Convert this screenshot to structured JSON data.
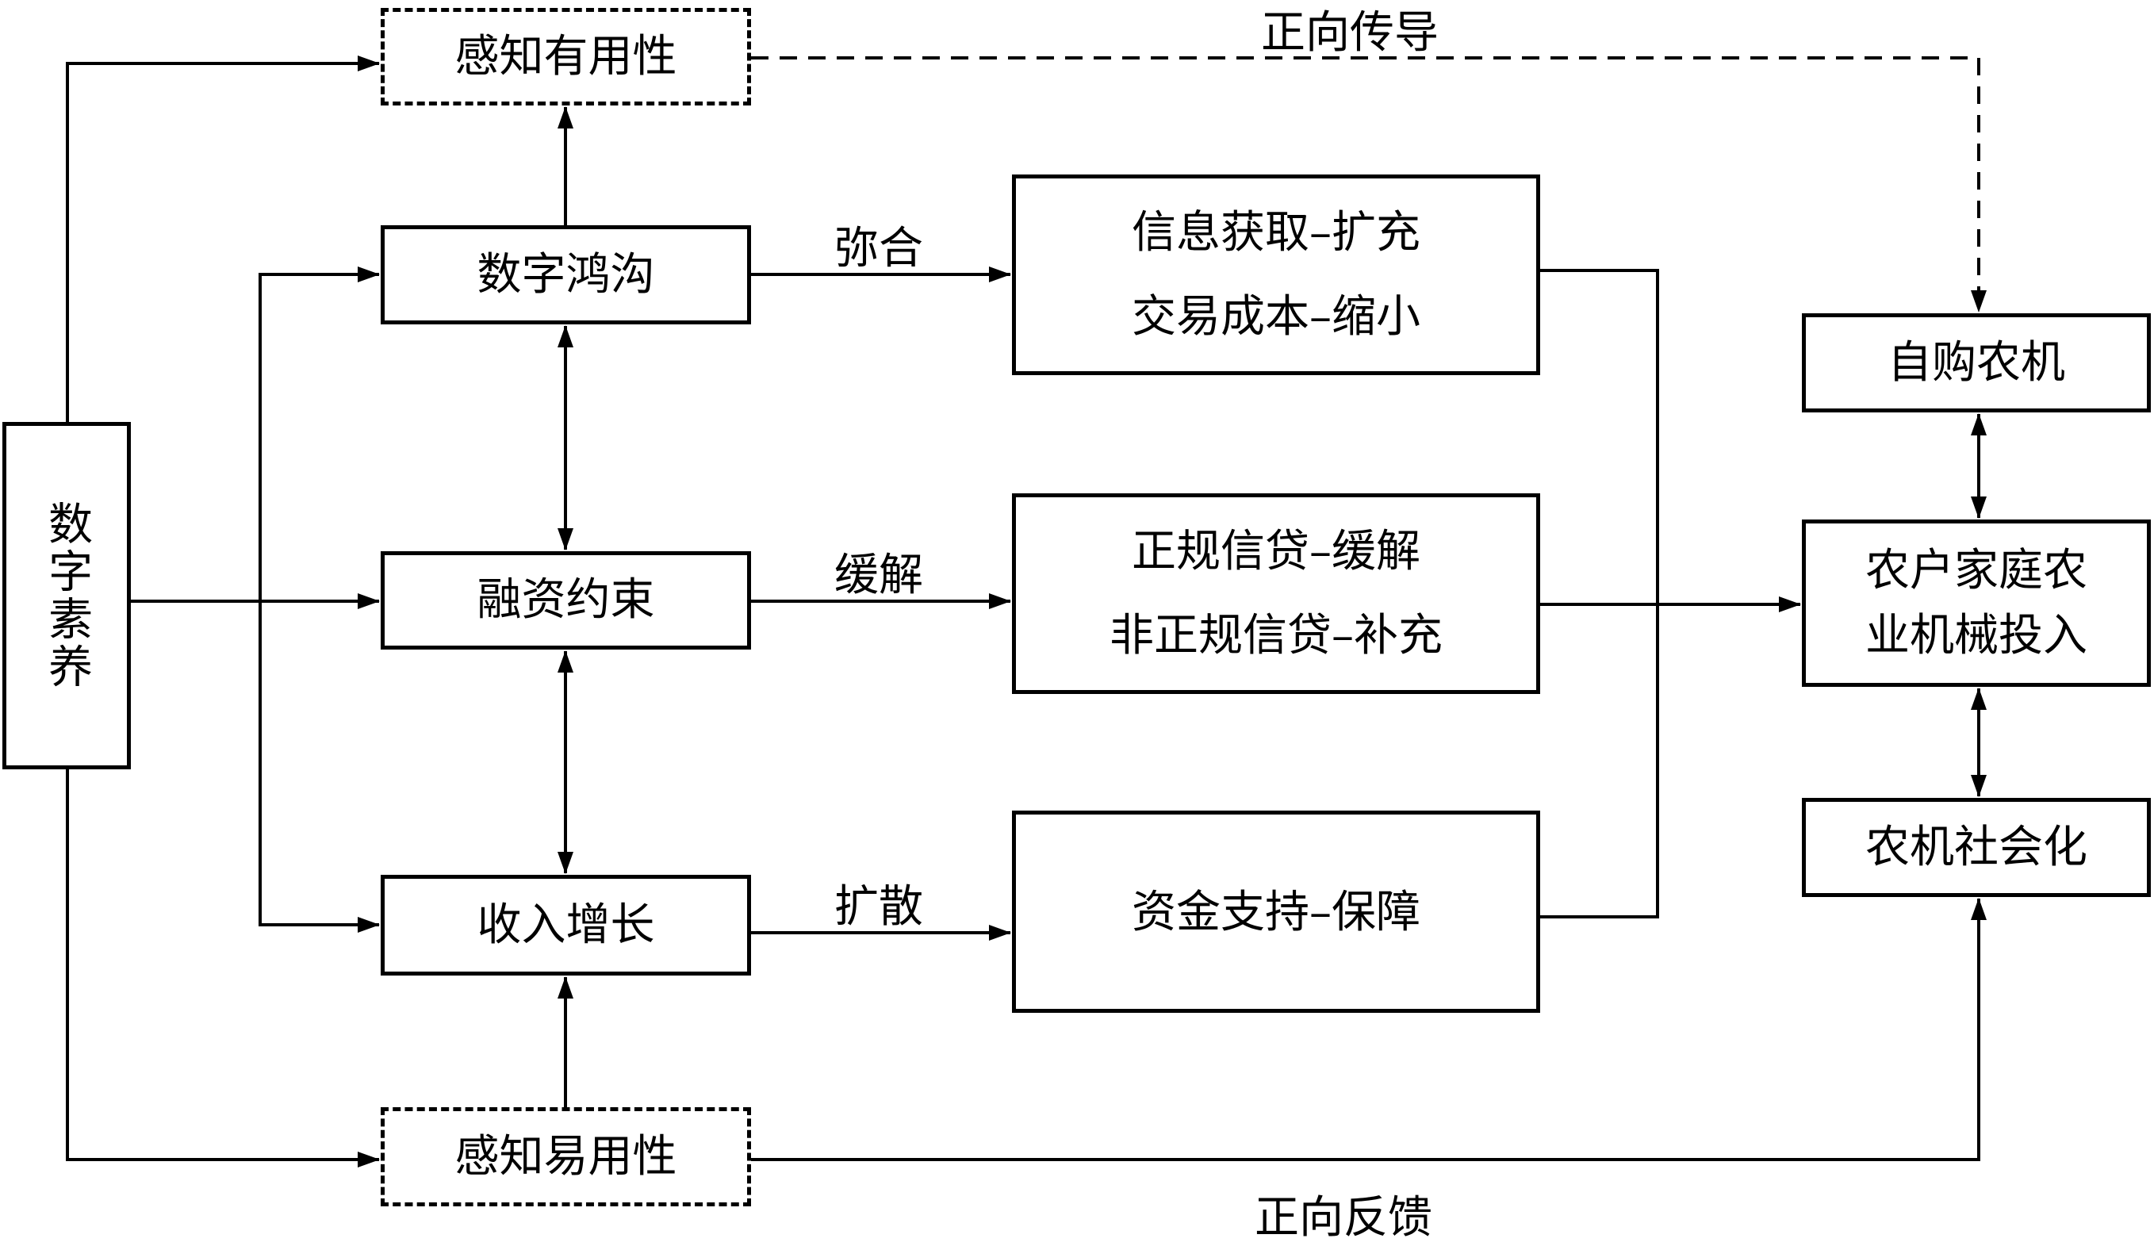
{
  "nodes": {
    "digital_literacy": "数字素养",
    "perceived_usefulness": "感知有用性",
    "digital_divide": "数字鸿沟",
    "financing_constraint": "融资约束",
    "income_growth": "收入增长",
    "perceived_ease": "感知易用性",
    "mech1": [
      "信息获取–扩充",
      "交易成本–缩小"
    ],
    "mech2": [
      "正规信贷–缓解",
      "非正规信贷–补充"
    ],
    "mech3": [
      "资金支持–保障"
    ],
    "self_purchase": "自购农机",
    "household_input": [
      "农户家庭农",
      "业机械投入"
    ],
    "socialization": "农机社会化"
  },
  "edge_labels": {
    "bridge": "弥合",
    "relieve": "缓解",
    "diffuse": "扩散",
    "positive_conduction": "正向传导",
    "positive_feedback": "正向反馈"
  }
}
